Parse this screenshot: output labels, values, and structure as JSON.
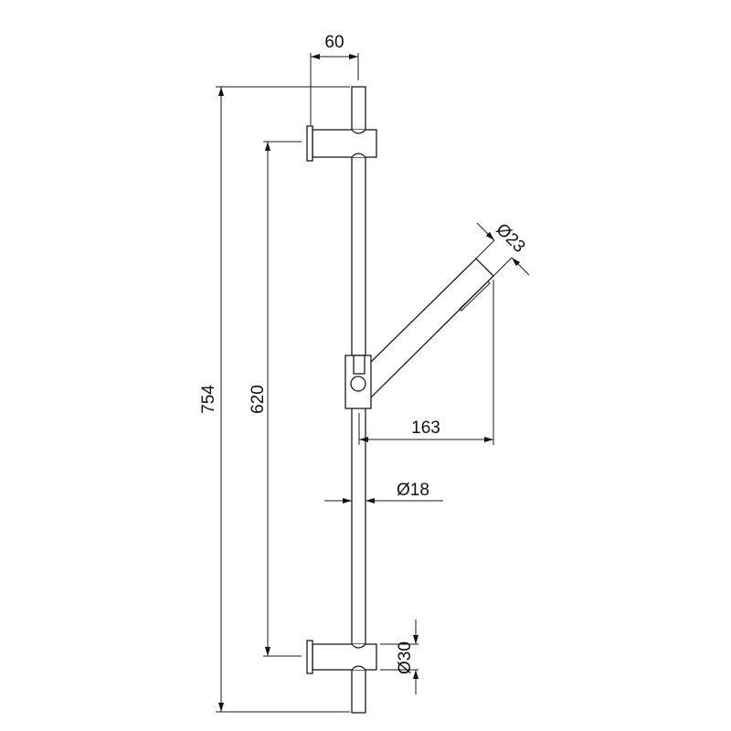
{
  "dimensions": {
    "bracket_projection": "60",
    "total_height": "754",
    "bracket_spacing": "620",
    "handshower_reach": "163",
    "rail_diameter": "Ø18",
    "handshower_diameter": "Ø23",
    "bracket_diameter": "Ø30"
  }
}
